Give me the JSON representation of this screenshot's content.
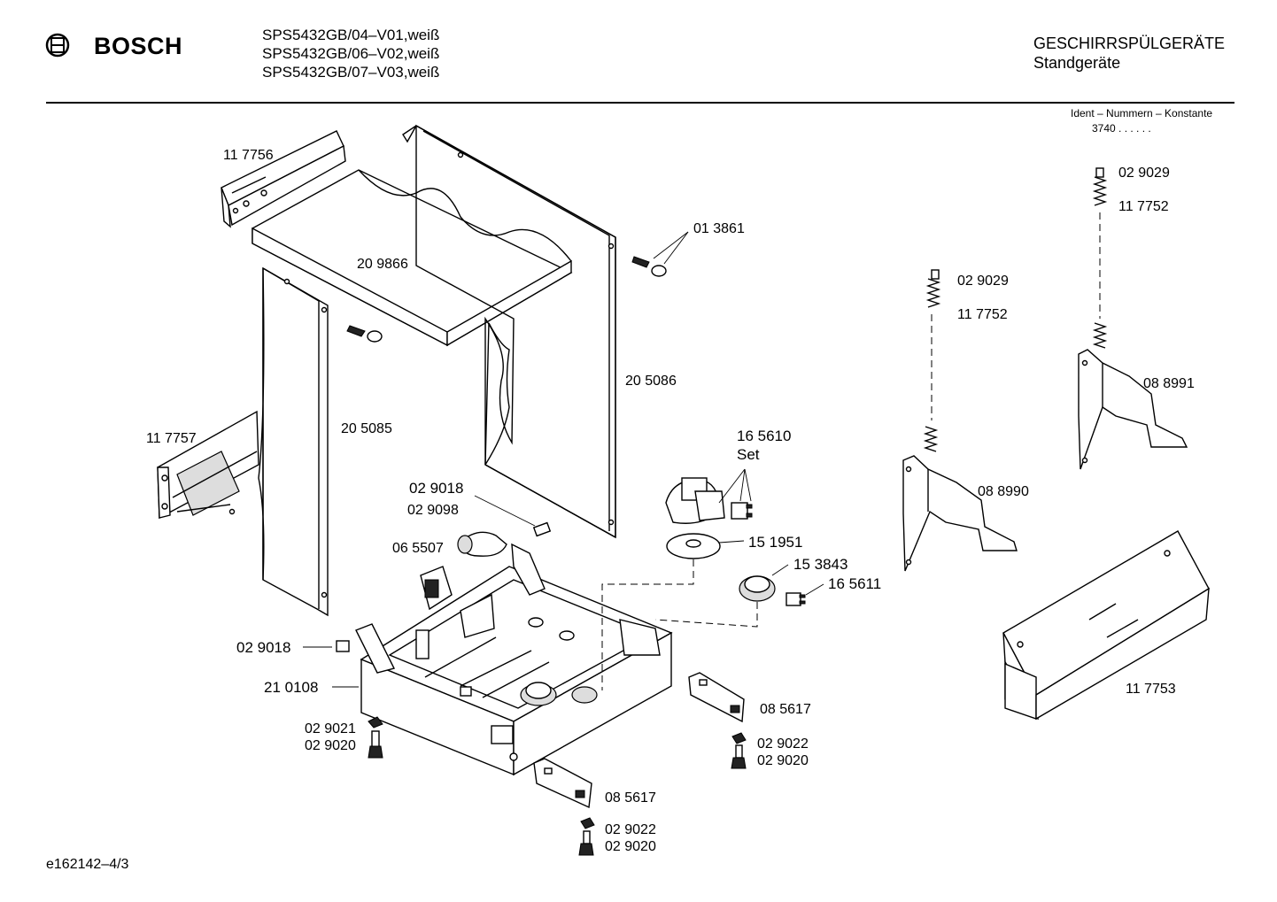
{
  "header": {
    "brand": "BOSCH",
    "models": [
      "SPS5432GB/04–V01,weiß",
      "SPS5432GB/06–V02,weiß",
      "SPS5432GB/07–V03,weiß"
    ],
    "category": "GESCHIRRSPÜLGERÄTE",
    "subcategory": "Standgeräte",
    "ident_label": "Ident – Nummern – Konstante",
    "ident_value": "3740 .  .  .  .  .  ."
  },
  "footer": {
    "doc_id": "e162142–4/3"
  },
  "parts": {
    "p117756": "11 7756",
    "p209866": "20 9866",
    "p013861": "01 3861",
    "p205086": "20 5086",
    "p205085": "20 5085",
    "p117757": "11 7757",
    "p165610": "16 5610",
    "p165610_set": "Set",
    "p151951": "15 1951",
    "p153843": "15 3843",
    "p165611": "16 5611",
    "p029018a": "02 9018",
    "p029098": "02 9098",
    "p065507": "06 5507",
    "p029018b": "02 9018",
    "p210108": "21 0108",
    "p029021": "02 9021",
    "p029020a": "02 9020",
    "p085617a": "08 5617",
    "p029022a": "02 9022",
    "p029020b": "02 9020",
    "p085617b": "08 5617",
    "p029022b": "02 9022",
    "p029020c": "02 9020",
    "p029029a": "02 9029",
    "p117752a": "11 7752",
    "p029029b": "02 9029",
    "p117752b": "11 7752",
    "p088991": "08 8991",
    "p088990": "08 8990",
    "p117753": "11 7753"
  }
}
